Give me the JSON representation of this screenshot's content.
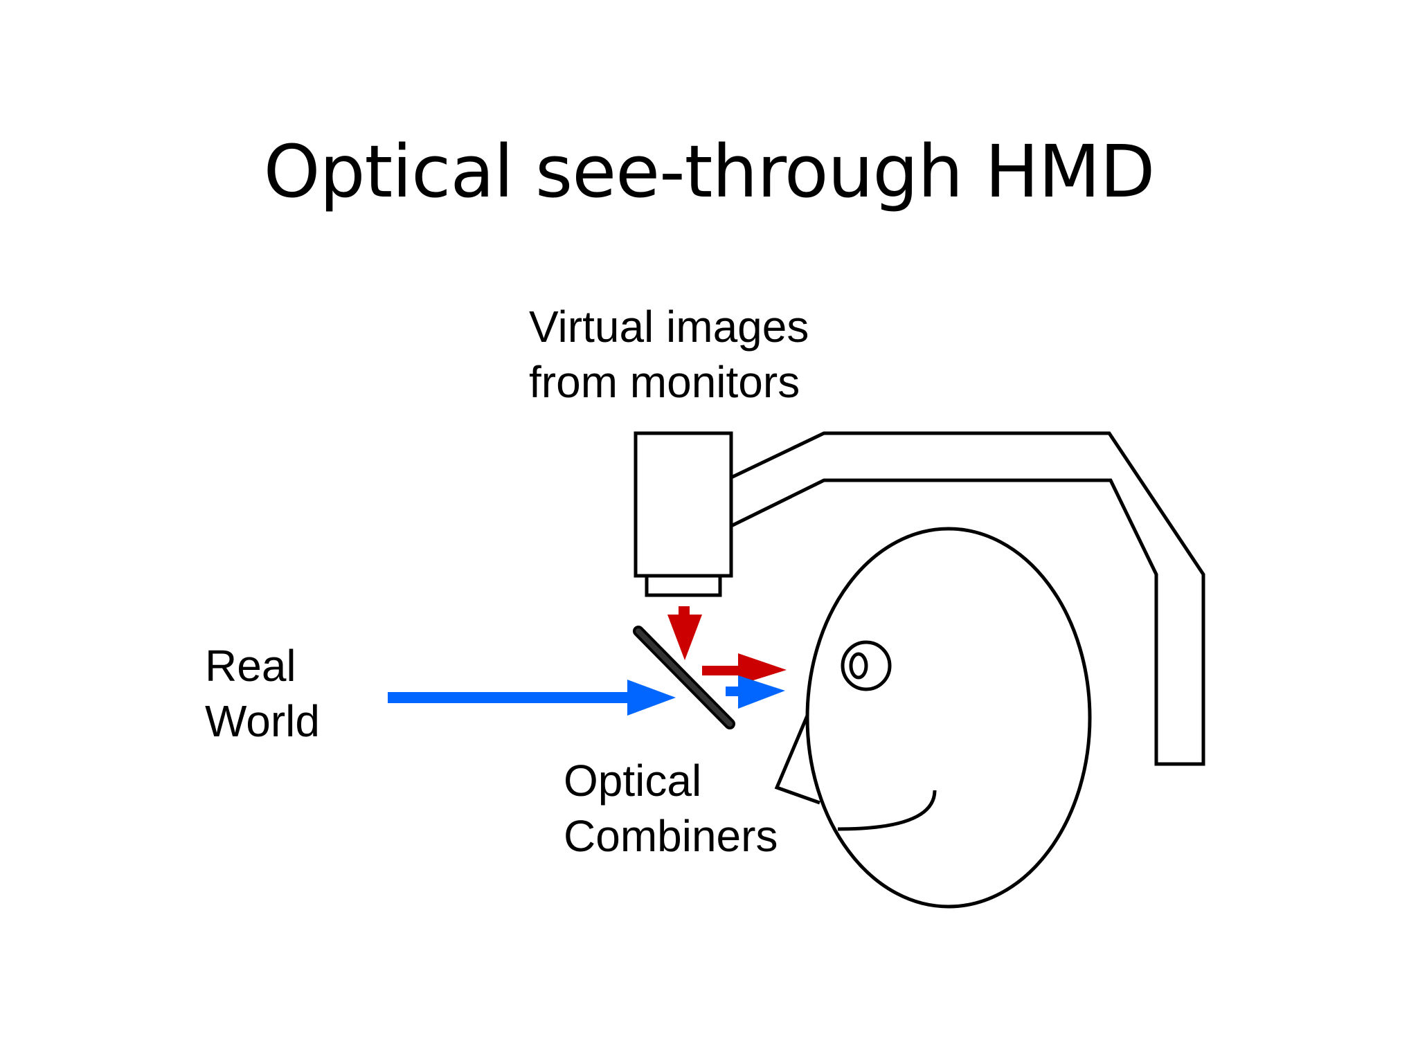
{
  "title": "Optical see-through HMD",
  "labels": {
    "virtual_images": [
      "Virtual images",
      "from monitors"
    ],
    "real_world": [
      "Real",
      "World"
    ],
    "optical_combiners": [
      "Optical",
      "Combiners"
    ]
  },
  "colors": {
    "real_world_arrow": "#0066ff",
    "virtual_arrow": "#cc0000",
    "line": "#000000",
    "combiner_fill": "#222222"
  }
}
